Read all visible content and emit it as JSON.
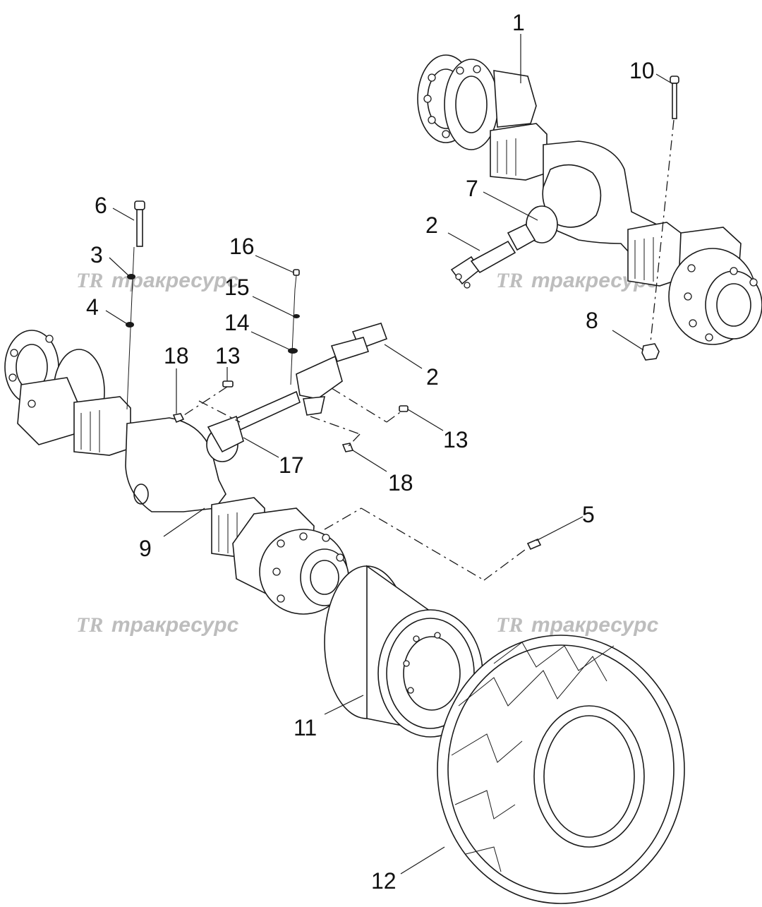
{
  "watermark": {
    "logo": "TR",
    "text": "тракресурс"
  },
  "callouts": {
    "c1": "1",
    "c2a": "2",
    "c2b": "2",
    "c3": "3",
    "c4": "4",
    "c5": "5",
    "c6": "6",
    "c7": "7",
    "c8": "8",
    "c9": "9",
    "c10": "10",
    "c11": "11",
    "c12": "12",
    "c13a": "13",
    "c13b": "13",
    "c14": "14",
    "c15": "15",
    "c16": "16",
    "c17": "17",
    "c18a": "18",
    "c18b": "18"
  }
}
